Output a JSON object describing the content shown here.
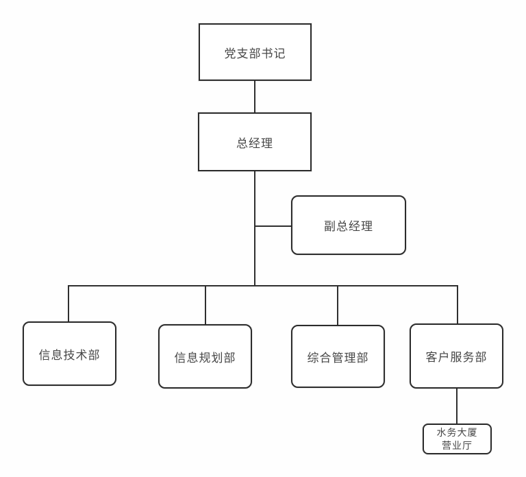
{
  "diagram": {
    "type": "org-chart",
    "nodes": {
      "party_secretary": {
        "label": "党支部书记",
        "shape": "rectangle"
      },
      "general_manager": {
        "label": "总经理",
        "shape": "rectangle"
      },
      "deputy_general_manager": {
        "label": "副总经理",
        "shape": "rounded-rectangle"
      },
      "it_dept": {
        "label": "信息技术部",
        "shape": "rounded-rectangle"
      },
      "info_planning_dept": {
        "label": "信息规划部",
        "shape": "rounded-rectangle"
      },
      "general_admin_dept": {
        "label": "综合管理部",
        "shape": "rounded-rectangle"
      },
      "customer_service_dept": {
        "label": "客户服务部",
        "shape": "rounded-rectangle"
      },
      "business_hall": {
        "label": "水务大厦营业厅",
        "label_line1": "水务大厦",
        "label_line2": "营业厅",
        "shape": "rounded-rectangle"
      }
    },
    "edges": [
      {
        "from": "党支部书记",
        "to": "总经理"
      },
      {
        "from": "总经理",
        "to": "副总经理"
      },
      {
        "from": "总经理",
        "to": "信息技术部"
      },
      {
        "from": "总经理",
        "to": "信息规划部"
      },
      {
        "from": "总经理",
        "to": "综合管理部"
      },
      {
        "from": "总经理",
        "to": "客户服务部"
      },
      {
        "from": "客户服务部",
        "to": "水务大厦营业厅"
      }
    ],
    "colors": {
      "background": "#fefefe",
      "node_fill": "#ffffff",
      "node_border": "#2b2b2b",
      "edge_stroke": "#2e2e2e",
      "text": "#464646"
    }
  }
}
